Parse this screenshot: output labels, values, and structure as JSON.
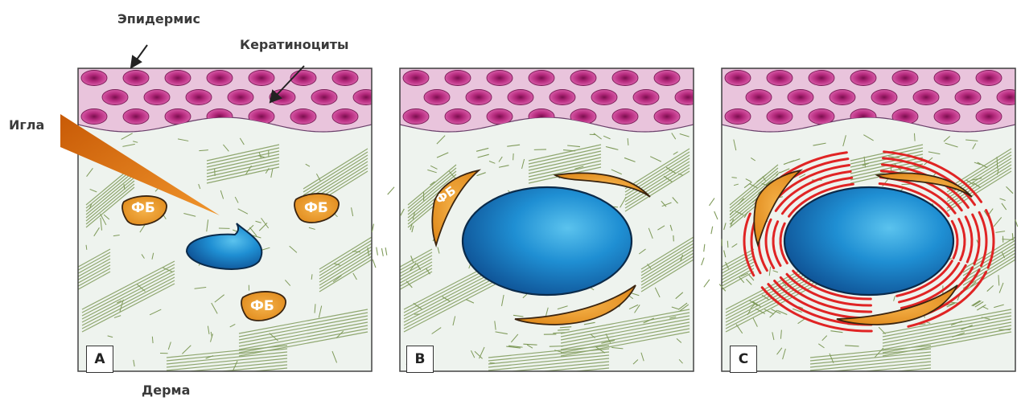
{
  "labels": {
    "epidermis": "Эпидермис",
    "keratinocytes": "Кератиноциты",
    "needle": "Игла",
    "dermis": "Дерма",
    "fibroblast": "ФБ"
  },
  "panels": [
    {
      "letter": "A",
      "stage": "injection"
    },
    {
      "letter": "B",
      "stage": "fibroblast-stretching"
    },
    {
      "letter": "C",
      "stage": "collagen-formation"
    }
  ],
  "colors": {
    "epidermis": "#e9c4dc",
    "keratinocyte": "#b4297c",
    "fibroblast": "#eb9a2c",
    "filler": "#1b6fb4",
    "needle": "#d96e10",
    "fibers": "#7f9a5a",
    "collagen_new": "#e02424",
    "dermis_bg": "#eef3ee"
  }
}
